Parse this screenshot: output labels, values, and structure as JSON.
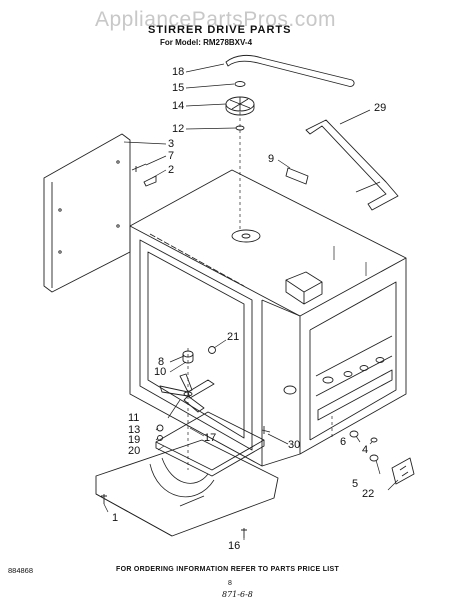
{
  "watermark": "AppliancePartsPros.com",
  "header": {
    "title": "STIRRER DRIVE PARTS",
    "model_line": "For Model: RM278BXV-4"
  },
  "callouts": [
    {
      "id": "c18",
      "label": "18"
    },
    {
      "id": "c15",
      "label": "15"
    },
    {
      "id": "c14",
      "label": "14"
    },
    {
      "id": "c12",
      "label": "12"
    },
    {
      "id": "c3",
      "label": "3"
    },
    {
      "id": "c7",
      "label": "7"
    },
    {
      "id": "c2",
      "label": "2"
    },
    {
      "id": "c9",
      "label": "9"
    },
    {
      "id": "c29",
      "label": "29"
    },
    {
      "id": "c21",
      "label": "21"
    },
    {
      "id": "c8",
      "label": "8"
    },
    {
      "id": "c10",
      "label": "10"
    },
    {
      "id": "c11",
      "label": "11"
    },
    {
      "id": "c13",
      "label": "13"
    },
    {
      "id": "c19",
      "label": "19"
    },
    {
      "id": "c20",
      "label": "20"
    },
    {
      "id": "c17",
      "label": "17"
    },
    {
      "id": "c30",
      "label": "30"
    },
    {
      "id": "c6",
      "label": "6"
    },
    {
      "id": "c4",
      "label": "4"
    },
    {
      "id": "c5",
      "label": "5"
    },
    {
      "id": "c22",
      "label": "22"
    },
    {
      "id": "c1",
      "label": "1"
    },
    {
      "id": "c16",
      "label": "16"
    }
  ],
  "footer": {
    "ordering_note": "FOR ORDERING INFORMATION REFER TO PARTS PRICE LIST",
    "figure_code": "884868",
    "page_number": "8",
    "handwritten_note": "871-6-8"
  }
}
